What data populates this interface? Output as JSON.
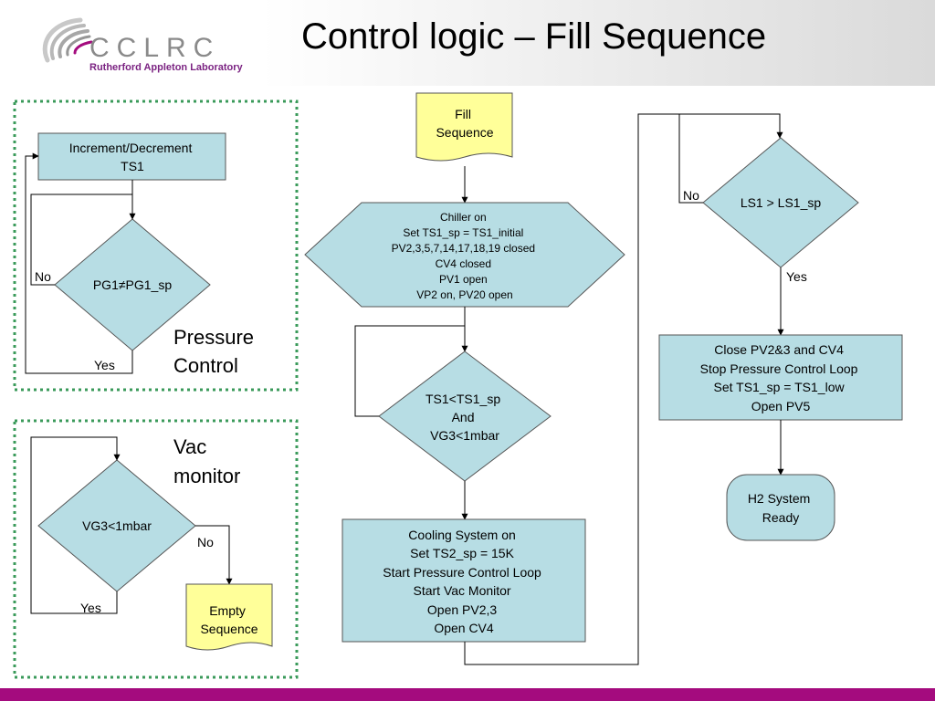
{
  "header": {
    "logo_text": "CCLRC",
    "logo_subtitle": "Rutherford Appleton Laboratory",
    "title": "Control logic – Fill Sequence"
  },
  "colors": {
    "process_fill": "#b7dde4",
    "terminal_fill": "#ffff99",
    "group_border": "#3a9a5a",
    "footer_bar": "#a40b7e"
  },
  "pressure_control": {
    "label_line1": "Pressure",
    "label_line2": "Control",
    "box_line1": "Increment/Decrement",
    "box_line2": "TS1",
    "decision": "PG1≠PG1_sp",
    "no_label": "No",
    "yes_label": "Yes"
  },
  "vac_monitor": {
    "label_line1": "Vac",
    "label_line2": "monitor",
    "decision": "VG3<1mbar",
    "no_label": "No",
    "yes_label": "Yes",
    "terminal_line1": "Empty",
    "terminal_line2": "Sequence"
  },
  "main": {
    "start_line1": "Fill",
    "start_line2": "Sequence",
    "prep_lines": [
      "Chiller on",
      "Set TS1_sp = TS1_initial",
      "PV2,3,5,7,14,17,18,19 closed",
      "CV4 closed",
      "PV1 open",
      "VP2 on, PV20 open"
    ],
    "decision_lines": [
      "TS1<TS1_sp",
      "And",
      "VG3<1mbar"
    ],
    "cooling_lines": [
      "Cooling System on",
      "Set TS2_sp = 15K",
      "Start Pressure Control Loop",
      "Start Vac Monitor",
      "Open PV2,3",
      "Open CV4"
    ]
  },
  "right": {
    "decision": "LS1 > LS1_sp",
    "no_label": "No",
    "yes_label": "Yes",
    "close_lines": [
      "Close PV2&3 and CV4",
      "Stop Pressure Control Loop",
      "Set TS1_sp = TS1_low",
      "Open PV5"
    ],
    "end_line1": "H2 System",
    "end_line2": "Ready"
  }
}
